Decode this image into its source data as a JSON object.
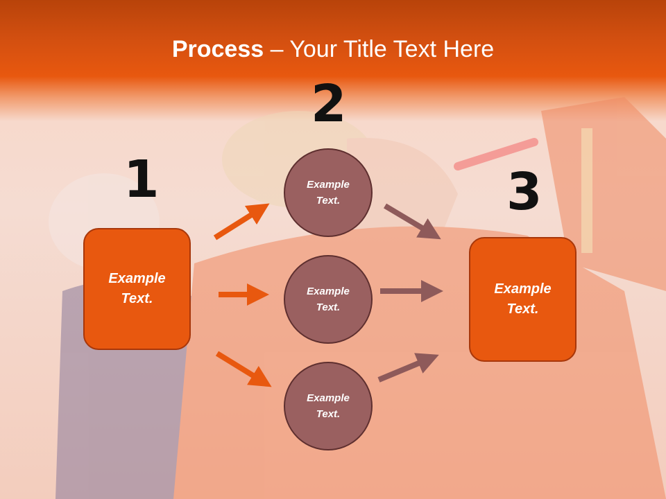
{
  "title": {
    "bold": "Process",
    "rest": " – Your Title Text Here"
  },
  "steps": {
    "one": "1",
    "two": "2",
    "three": "3"
  },
  "left_box": "Example\nText.",
  "right_box": "Example\nText.",
  "circles": [
    "Example\nText.",
    "Example\nText.",
    "Example\nText."
  ],
  "colors": {
    "orange": "#e8580f",
    "circle": "#9a6060",
    "dark_arrow": "#8e5a5a"
  }
}
